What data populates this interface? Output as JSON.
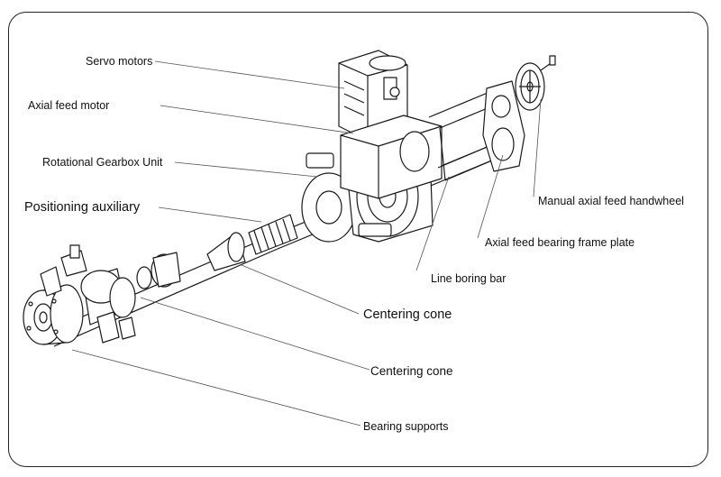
{
  "labels": {
    "servo_motors": "Servo motors",
    "axial_feed_motor": "Axial feed  motor",
    "rotational_gearbox_unit": "Rotational Gearbox Unit",
    "positioning_auxiliary": "Positioning auxiliary",
    "manual_axial_feed_handwheel": "Manual axial feed handwheel",
    "axial_feed_bearing_frame_plate": "Axial feed bearing frame plate",
    "line_boring_bar": "Line boring bar",
    "centering_cone_1": "Centering cone",
    "centering_cone_2": "Centering cone",
    "bearing_supports": "Bearing supports"
  },
  "colors": {
    "ink": "#111111",
    "line": "#555555",
    "frame": "#222222"
  }
}
